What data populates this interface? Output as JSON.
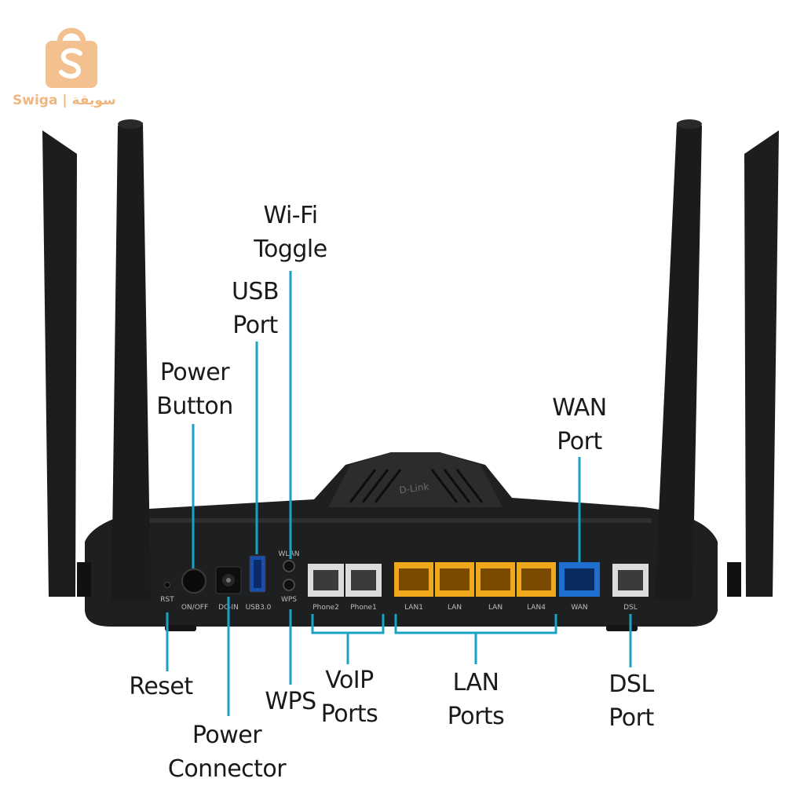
{
  "watermark": {
    "text": "Swiga | سويقة",
    "color": "#f3c08f"
  },
  "colors": {
    "leader": "#1aa3c4",
    "device": "#1e1f20",
    "lan_port": "#f0a81c",
    "wan_port": "#1f6fd0",
    "phone_port": "#dcdcdc"
  },
  "device": {
    "brand": "D-Link",
    "port_labels": {
      "rst": "RST",
      "onoff": "ON/OFF",
      "dcin": "DC-IN",
      "usb": "USB3.0",
      "wlan": "WLAN",
      "wps": "WPS",
      "phone2": "Phone2",
      "phone1": "Phone1",
      "lan1": "LAN1",
      "lan2": "LAN",
      "lan3": "LAN",
      "lan4": "LAN4",
      "wan": "WAN",
      "dsl": "DSL"
    }
  },
  "callouts": {
    "wifi_toggle": [
      "Wi-Fi",
      "Toggle"
    ],
    "usb_port": [
      "USB",
      "Port"
    ],
    "power_button": [
      "Power",
      "Button"
    ],
    "wan_port": [
      "WAN",
      "Port"
    ],
    "reset": [
      "Reset"
    ],
    "power_connector": [
      "Power",
      "Connector"
    ],
    "wps": [
      "WPS"
    ],
    "voip_ports": [
      "VoIP",
      "Ports"
    ],
    "lan_ports": [
      "LAN",
      "Ports"
    ],
    "dsl_port": [
      "DSL",
      "Port"
    ]
  }
}
